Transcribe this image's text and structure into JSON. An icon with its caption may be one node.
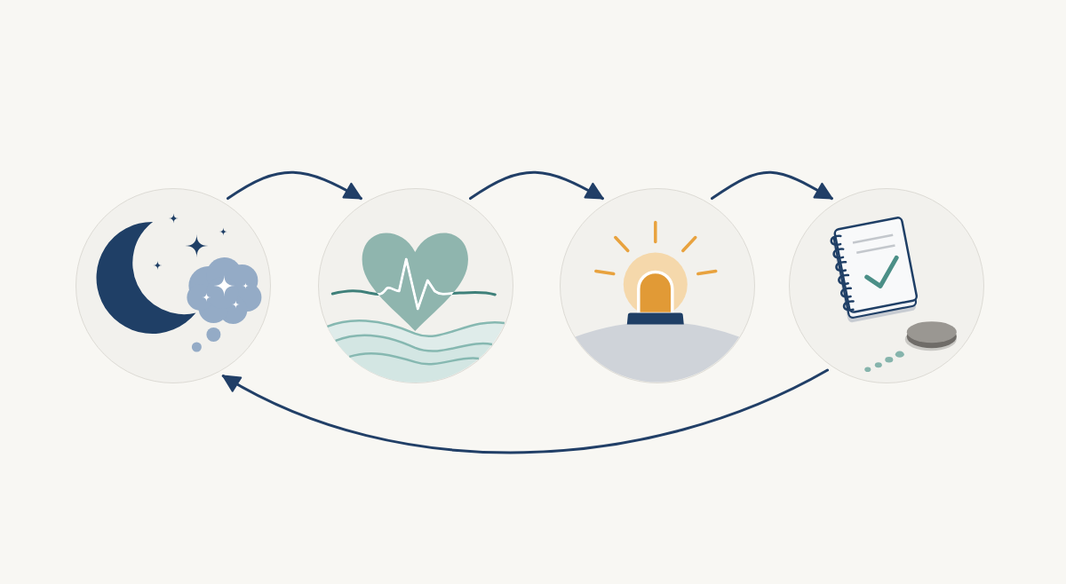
{
  "diagram": {
    "nodes": [
      {
        "text": [],
        "shape": "picture"
      },
      {
        "text": [],
        "shape": "picture"
      },
      {
        "text": [],
        "shape": "picture"
      },
      {
        "text": [],
        "shape": "picture"
      }
    ],
    "edges": [
      {
        "from": 0,
        "to": 1,
        "arrow": "to"
      },
      {
        "from": 1,
        "to": 2,
        "arrow": "to"
      },
      {
        "from": 2,
        "to": 3,
        "arrow": "to"
      },
      {
        "from": 3,
        "to": 0,
        "arrow": "to"
      }
    ]
  }
}
